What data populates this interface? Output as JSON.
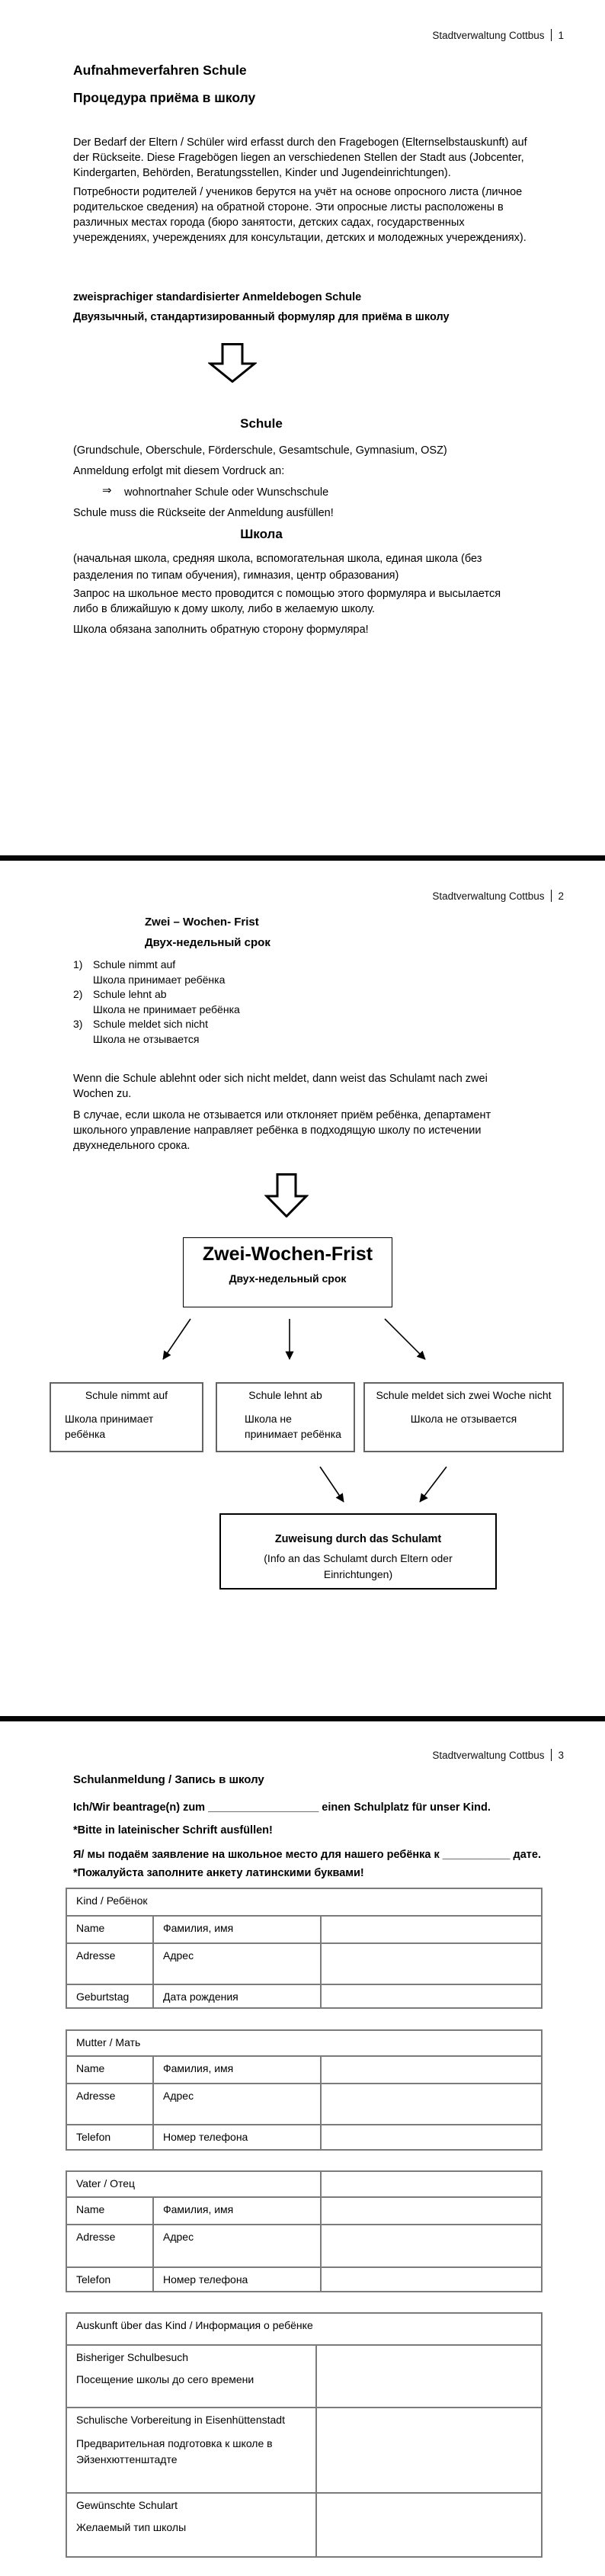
{
  "header": {
    "title": "Stadtverwaltung Cottbus"
  },
  "icons": {
    "down_arrow": "hollow-down-arrow",
    "double_arrow": "⇒"
  },
  "page1": {
    "number": "1",
    "title_de": "Aufnahmeverfahren Schule",
    "title_ru": "Процедура приёма в школу",
    "para_de": "Der Bedarf der Eltern / Schüler wird erfasst durch den Fragebogen (Elternselbstauskunft) auf der Rückseite. Diese Fragebögen liegen an verschiedenen Stellen der Stadt aus (Jobcenter, Kindergarten, Behörden, Beratungsstellen, Kinder und Jugendeinrichtungen).",
    "para_ru": "Потребности родителей / учеников берутся на учёт на основе опросного листа (личное родительское сведения) на обратной стороне. Эти опросные листы расположены в различных местах города (бюро занятости, детских садах, государственных учереждениях, учереждениях для консультации, детских и молодежных учереждениях).",
    "subtitle_de": "zweisprachiger standardisierter Anmeldebogen Schule",
    "subtitle_ru": "Двуязычный, стандартизированный формуляр для приёма в школу",
    "school_heading_de": "Schule",
    "school_types_de": "(Grundschule, Oberschule, Förderschule, Gesamtschule, Gymnasium, OSZ)",
    "anmeldung_line": "Anmeldung erfolgt mit diesem Vordruck an:",
    "arrow_item": "wohnortnaher Schule oder Wunschschule",
    "rueckseite_line": "Schule muss die Rückseite der Anmeldung ausfüllen!",
    "school_heading_ru": "Школа",
    "school_types_ru": "(начальная школа, средняя школа, вспомогательная школа, единая школа (без разделения по типам обучения), гимназия, центр образования)",
    "request_ru": "Запрос на школьное место проводится с помощью этого формуляра и высылается либо в ближайшую к дому школу, либо в желаемую школу.",
    "must_fill_ru": "Школа обязана заполнить обратную сторону формуляра!"
  },
  "page2": {
    "number": "2",
    "title_de": "Zwei – Wochen- Frist",
    "title_ru": "Двух-недельный срок",
    "list": [
      {
        "n": "1)",
        "de": "Schule nimmt auf",
        "ru": "Школа принимает ребёнка"
      },
      {
        "n": "2)",
        "de": "Schule lehnt ab",
        "ru": "Школа не принимает ребёнка"
      },
      {
        "n": "3)",
        "de": "Schule meldet sich nicht",
        "ru": "Школа не отзывается"
      }
    ],
    "para_de": "Wenn die Schule ablehnt oder sich nicht meldet, dann weist das Schulamt nach zwei Wochen zu.",
    "para_ru": "В случае, если школа не отзывается или отклоняет приём ребёнка, департамент школьного управление направляет ребёнка в подходящую школу по истечении двухнедельного срока.",
    "diagram": {
      "main_box": {
        "de": "Zwei-Wochen-Frist",
        "ru": "Двух-недельный срок"
      },
      "boxes": [
        {
          "de": "Schule nimmt auf",
          "ru": "Школа принимает\nребёнка"
        },
        {
          "de": "Schule lehnt ab",
          "ru": "Школа не\nпринимает ребёнка"
        },
        {
          "de": "Schule meldet sich zwei Woche nicht",
          "ru": "Школа не отзывается"
        }
      ],
      "result_box": {
        "title": "Zuweisung durch das Schulamt",
        "note": "(Info an das Schulamt durch Eltern oder Einrichtungen)"
      }
    }
  },
  "page3": {
    "number": "3",
    "title": "Schulanmeldung / Запись в школу",
    "line_de": "Ich/Wir beantrage(n) zum __________________ einen Schulplatz für unser Kind.",
    "line_bitte": "*Bitte  in lateinischer Schrift ausfüllen!",
    "line_ru": "Я/ мы подаём заявление на школьное место для нашего ребёнка к ___________ дате.",
    "line_pozh": "*Пожалуйста заполните анкету латинскими буквами!",
    "tables": [
      {
        "caption": "Kind / Ребёнок",
        "rows": [
          {
            "de": "Name",
            "ru": "Фамилия, имя"
          },
          {
            "de": "Adresse",
            "ru": "Адрес"
          },
          {
            "de": "Geburtstag",
            "ru": "Дата рождения"
          }
        ]
      },
      {
        "caption": "Mutter / Мать",
        "rows": [
          {
            "de": "Name",
            "ru": "Фамилия, имя"
          },
          {
            "de": "Adresse",
            "ru": "Адрес"
          },
          {
            "de": "Telefon",
            "ru": "Номер телефона"
          }
        ]
      },
      {
        "caption": "Vater / Отец",
        "rows": [
          {
            "de": "Name",
            "ru": "Фамилия, имя"
          },
          {
            "de": "Adresse",
            "ru": "Адрес"
          },
          {
            "de": "Telefon",
            "ru": "Номер телефона"
          }
        ]
      },
      {
        "caption": "Auskunft über das Kind / Информация о ребёнке",
        "rows": [
          {
            "de": "Bisheriger Schulbesuch",
            "ru": "Посещение школы до сего времени"
          },
          {
            "de": "Schulische Vorbereitung in Eisenhüttenstadt",
            "ru": "Предварительная подготовка к школе в\nЭйзенхюттенштадте"
          },
          {
            "de": "Gewünschte Schulart",
            "ru": "Желаемый тип школы"
          }
        ]
      }
    ]
  }
}
